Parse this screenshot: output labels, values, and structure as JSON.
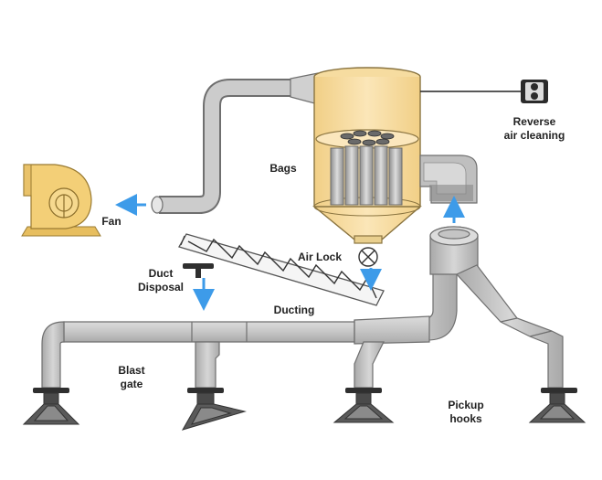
{
  "labels": {
    "bags": "Bags",
    "fan": "Fan",
    "reverse_line1": "Reverse",
    "reverse_line2": "air cleaning",
    "air_lock": "Air Lock",
    "duct_line1": "Duct",
    "duct_line2": "Disposal",
    "ducting": "Ducting",
    "blast_line1": "Blast",
    "blast_line2": "gate",
    "pickup_line1": "Pickup",
    "pickup_line2": "hooks"
  },
  "colors": {
    "duct_fill": "#c8c8c8",
    "duct_stroke": "#6f6f6f",
    "vessel_fill": "#f6dca0",
    "vessel_stroke": "#8a7440",
    "fan_fill": "#f3cf77",
    "arrow": "#3d9be9",
    "hood": "#555555",
    "bag_fill": "#b8b8b8"
  },
  "icons": {
    "air_lock": "air-lock-valve-icon",
    "reverse_air": "reverse-air-unit-icon",
    "flow_arrow": "flow-arrow-icon"
  }
}
